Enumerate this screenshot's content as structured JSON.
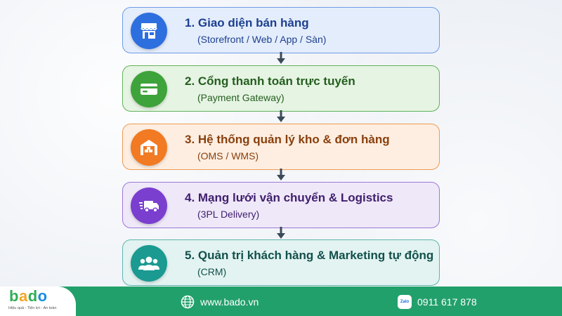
{
  "steps": [
    {
      "title": "1. Giao diện bán hàng",
      "subtitle": "(Storefront / Web / App / Sàn)",
      "icon": "storefront-icon",
      "color": "#2e6fe0"
    },
    {
      "title": "2. Cổng thanh toán trực tuyến",
      "subtitle": "(Payment Gateway)",
      "icon": "credit-card-icon",
      "color": "#3fa33b"
    },
    {
      "title": "3. Hệ thống quản lý kho & đơn hàng",
      "subtitle": "(OMS / WMS)",
      "icon": "warehouse-icon",
      "color": "#f17a22"
    },
    {
      "title": "4. Mạng lưới vận chuyển & Logistics",
      "subtitle": "(3PL Delivery)",
      "icon": "delivery-truck-icon",
      "color": "#7a3fcf"
    },
    {
      "title": "5. Quản trị khách hàng & Marketing tự động",
      "subtitle": "(CRM)",
      "icon": "customers-group-icon",
      "color": "#1a9a91"
    }
  ],
  "footer": {
    "brand_b": "b",
    "brand_a": "a",
    "brand_d": "d",
    "brand_o": "o",
    "tagline": "Hiệu quả - Tiện lợi - An toàn",
    "website": "www.bado.vn",
    "zalo_label": "Zalo",
    "phone": "0911 617 878",
    "color": "#22a06b"
  }
}
